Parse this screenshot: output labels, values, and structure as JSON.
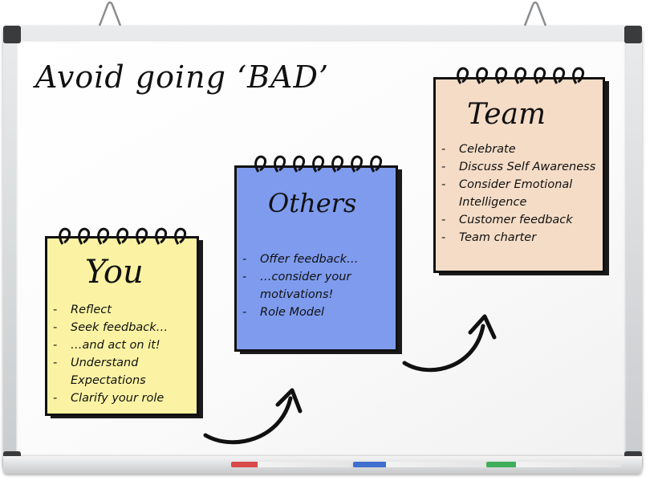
{
  "title": "Avoid going ‘BAD’",
  "notes": {
    "you": {
      "title": "You",
      "items": [
        "Reflect",
        "Seek feedback…",
        "…and act on it!",
        "Understand Expectations",
        "Clarify your role"
      ],
      "color": "#fbf3a3"
    },
    "others": {
      "title": "Others",
      "items": [
        "Offer feedback…",
        "…consider your motivations!",
        "Role Model"
      ],
      "color": "#7e9bee"
    },
    "team": {
      "title": "Team",
      "items": [
        "Celebrate",
        "Discuss Self Awareness",
        "Consider Emotional Intelligence",
        "Customer feedback",
        "Team charter"
      ],
      "color": "#f4dcc6"
    }
  },
  "colors": {
    "marker_red": "#d94a48",
    "marker_blue": "#3f6fcf",
    "marker_green": "#3fae5a",
    "frame_corner": "#3a3b3d"
  },
  "icons": [
    "wall-hook-icon",
    "spiral-binding-icon",
    "curved-arrow-icon",
    "marker-icon"
  ]
}
